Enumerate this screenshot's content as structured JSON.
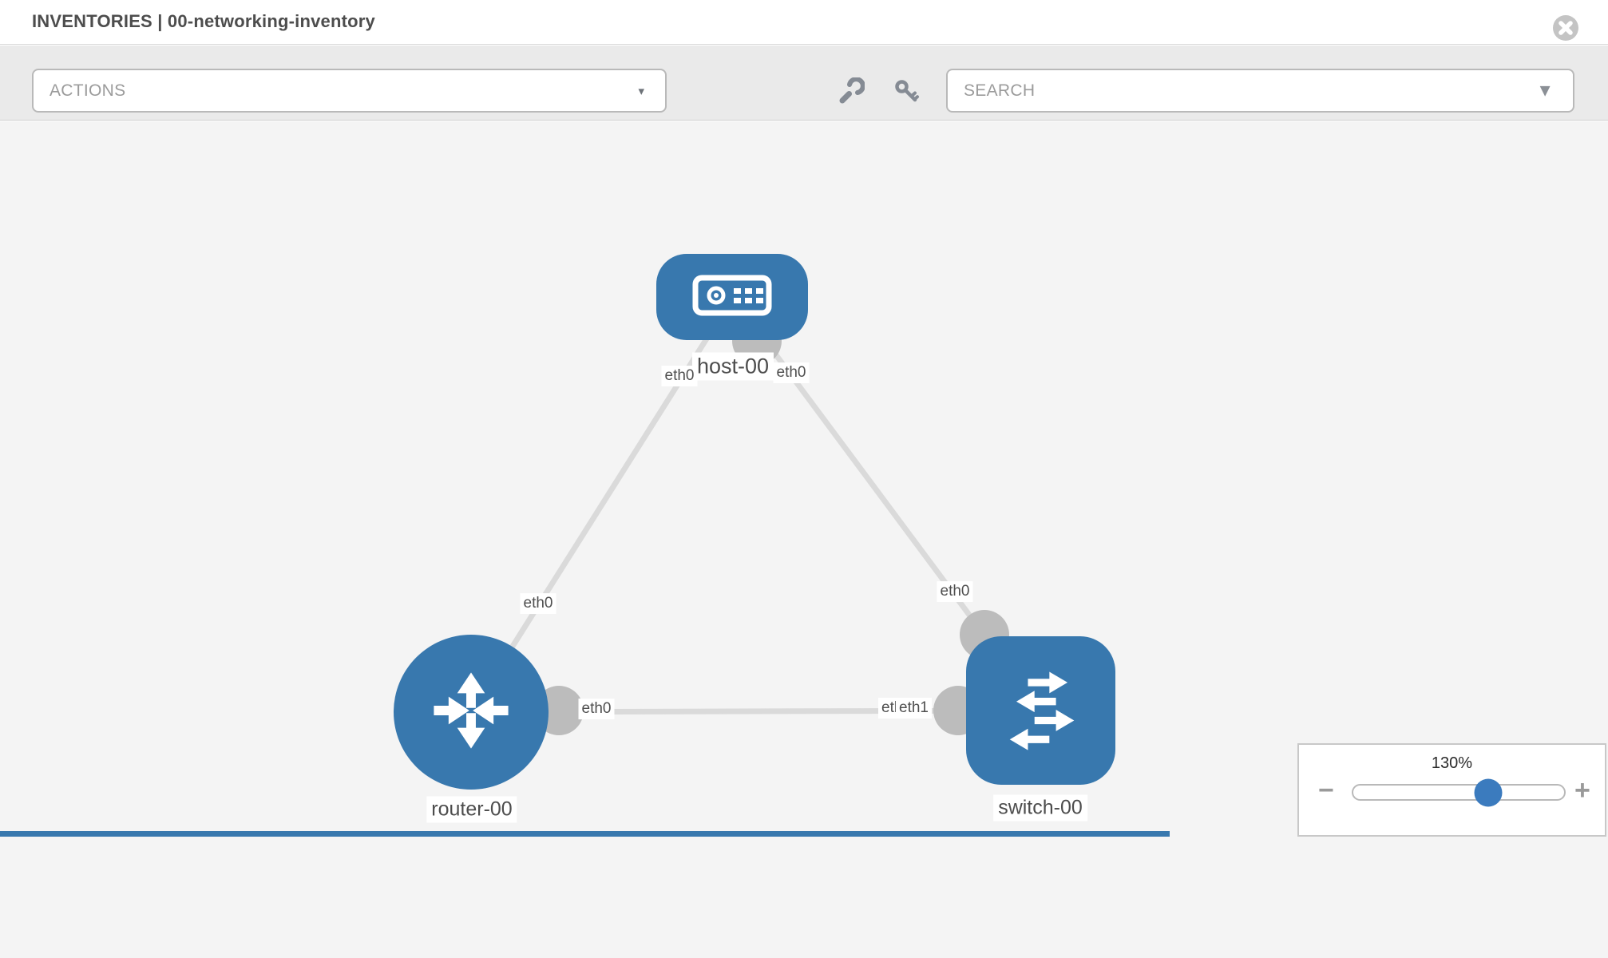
{
  "header": {
    "title": "INVENTORIES | 00-networking-inventory"
  },
  "toolbar": {
    "actions": {
      "placeholder": "ACTIONS",
      "caret": "▾"
    },
    "search": {
      "placeholder": "SEARCH",
      "caret": "▼"
    },
    "icons": {
      "wrench": "wrench-icon",
      "key": "key-icon"
    }
  },
  "topology": {
    "nodes": [
      {
        "id": "host-00",
        "label": "host-00",
        "type": "host",
        "shape": "rounded-rect"
      },
      {
        "id": "router-00",
        "label": "router-00",
        "type": "router",
        "shape": "circle"
      },
      {
        "id": "switch-00",
        "label": "switch-00",
        "type": "switch",
        "shape": "rounded-square"
      }
    ],
    "links": [
      {
        "source": "router-00",
        "target": "host-00",
        "source_interface": "eth0",
        "target_interface": "eth0"
      },
      {
        "source": "host-00",
        "target": "switch-00",
        "source_interface": "eth0",
        "target_interface": "eth0"
      },
      {
        "source": "router-00",
        "target": "switch-00",
        "source_interface": "eth0",
        "target_interface": "eth1"
      }
    ],
    "interface_labels": [
      {
        "text": "eth0"
      },
      {
        "text": "eth0"
      },
      {
        "text": "eth0"
      },
      {
        "text": "eth0"
      },
      {
        "text": "eth0"
      },
      {
        "text": "eth0"
      },
      {
        "text": "eth1"
      }
    ]
  },
  "zoom_control": {
    "value": "130%",
    "minus": "−",
    "plus": "+"
  },
  "colors": {
    "node_blue": "#3878ae",
    "thumb_blue": "#3b7bbe",
    "link_gray": "#dadada",
    "endpoint_gray": "#bcbcbc",
    "canvas_bg": "#f4f4f4",
    "toolbar_bg": "#eaeaea"
  }
}
